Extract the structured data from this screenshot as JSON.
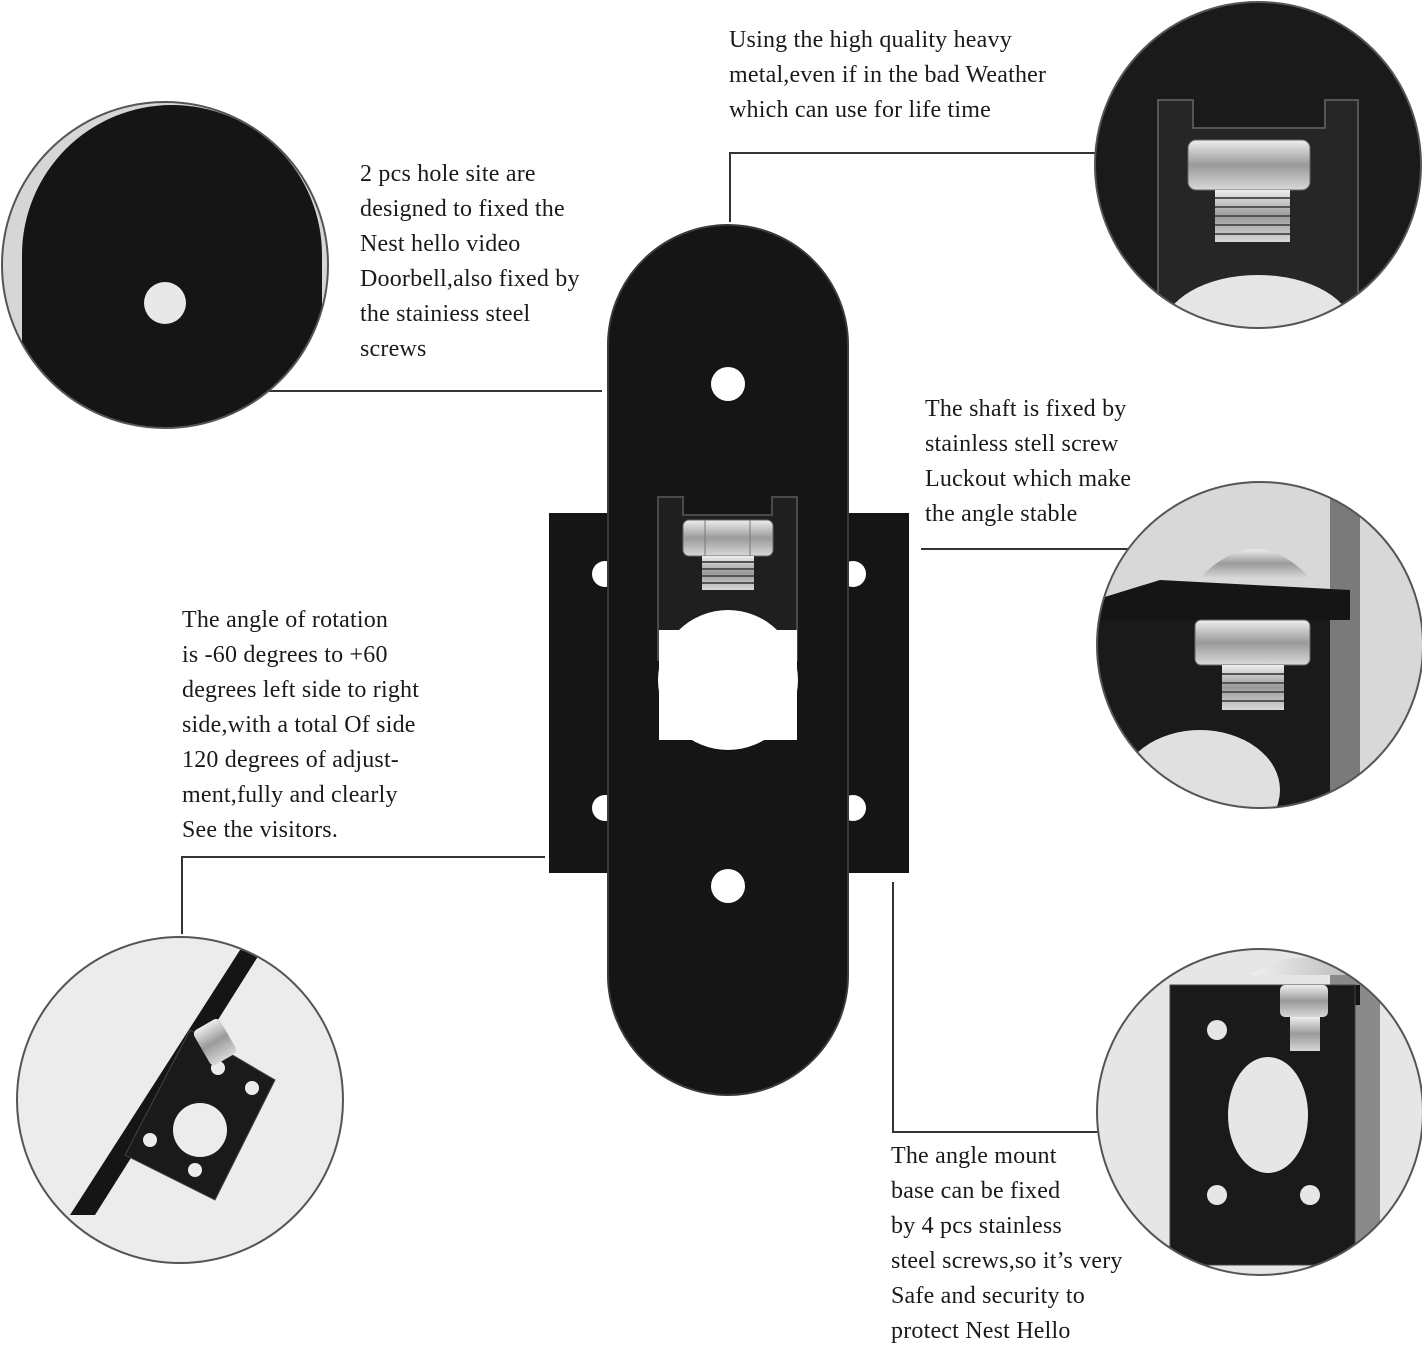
{
  "captions": {
    "holes": {
      "lines": [
        "2 pcs hole site are",
        "designed to fixed the",
        "Nest hello video",
        "Doorbell,also fixed by",
        "the stainiess steel",
        "screws"
      ]
    },
    "metal": {
      "lines": [
        "Using the high quality heavy",
        "metal,even if in the bad Weather",
        "which can use for life time"
      ]
    },
    "shaft": {
      "lines": [
        "The shaft is fixed by",
        "stainless stell screw",
        "Luckout which make",
        "the angle stable"
      ]
    },
    "rotation": {
      "lines": [
        "The angle of rotation",
        "is -60 degrees to +60",
        "degrees left side to right",
        "side,with a total Of side",
        "120 degrees of adjust-",
        "ment,fully and clearly",
        "See the visitors."
      ]
    },
    "base": {
      "lines": [
        "The angle mount",
        "base can be fixed",
        "by 4 pcs stainless",
        "steel screws,so it’s very",
        "Safe and security to",
        "protect Nest Hello"
      ]
    }
  },
  "colors": {
    "plate": "#151515",
    "circle_border": "#555555",
    "leader_line": "#333333",
    "steel": "#b8b8b8"
  }
}
